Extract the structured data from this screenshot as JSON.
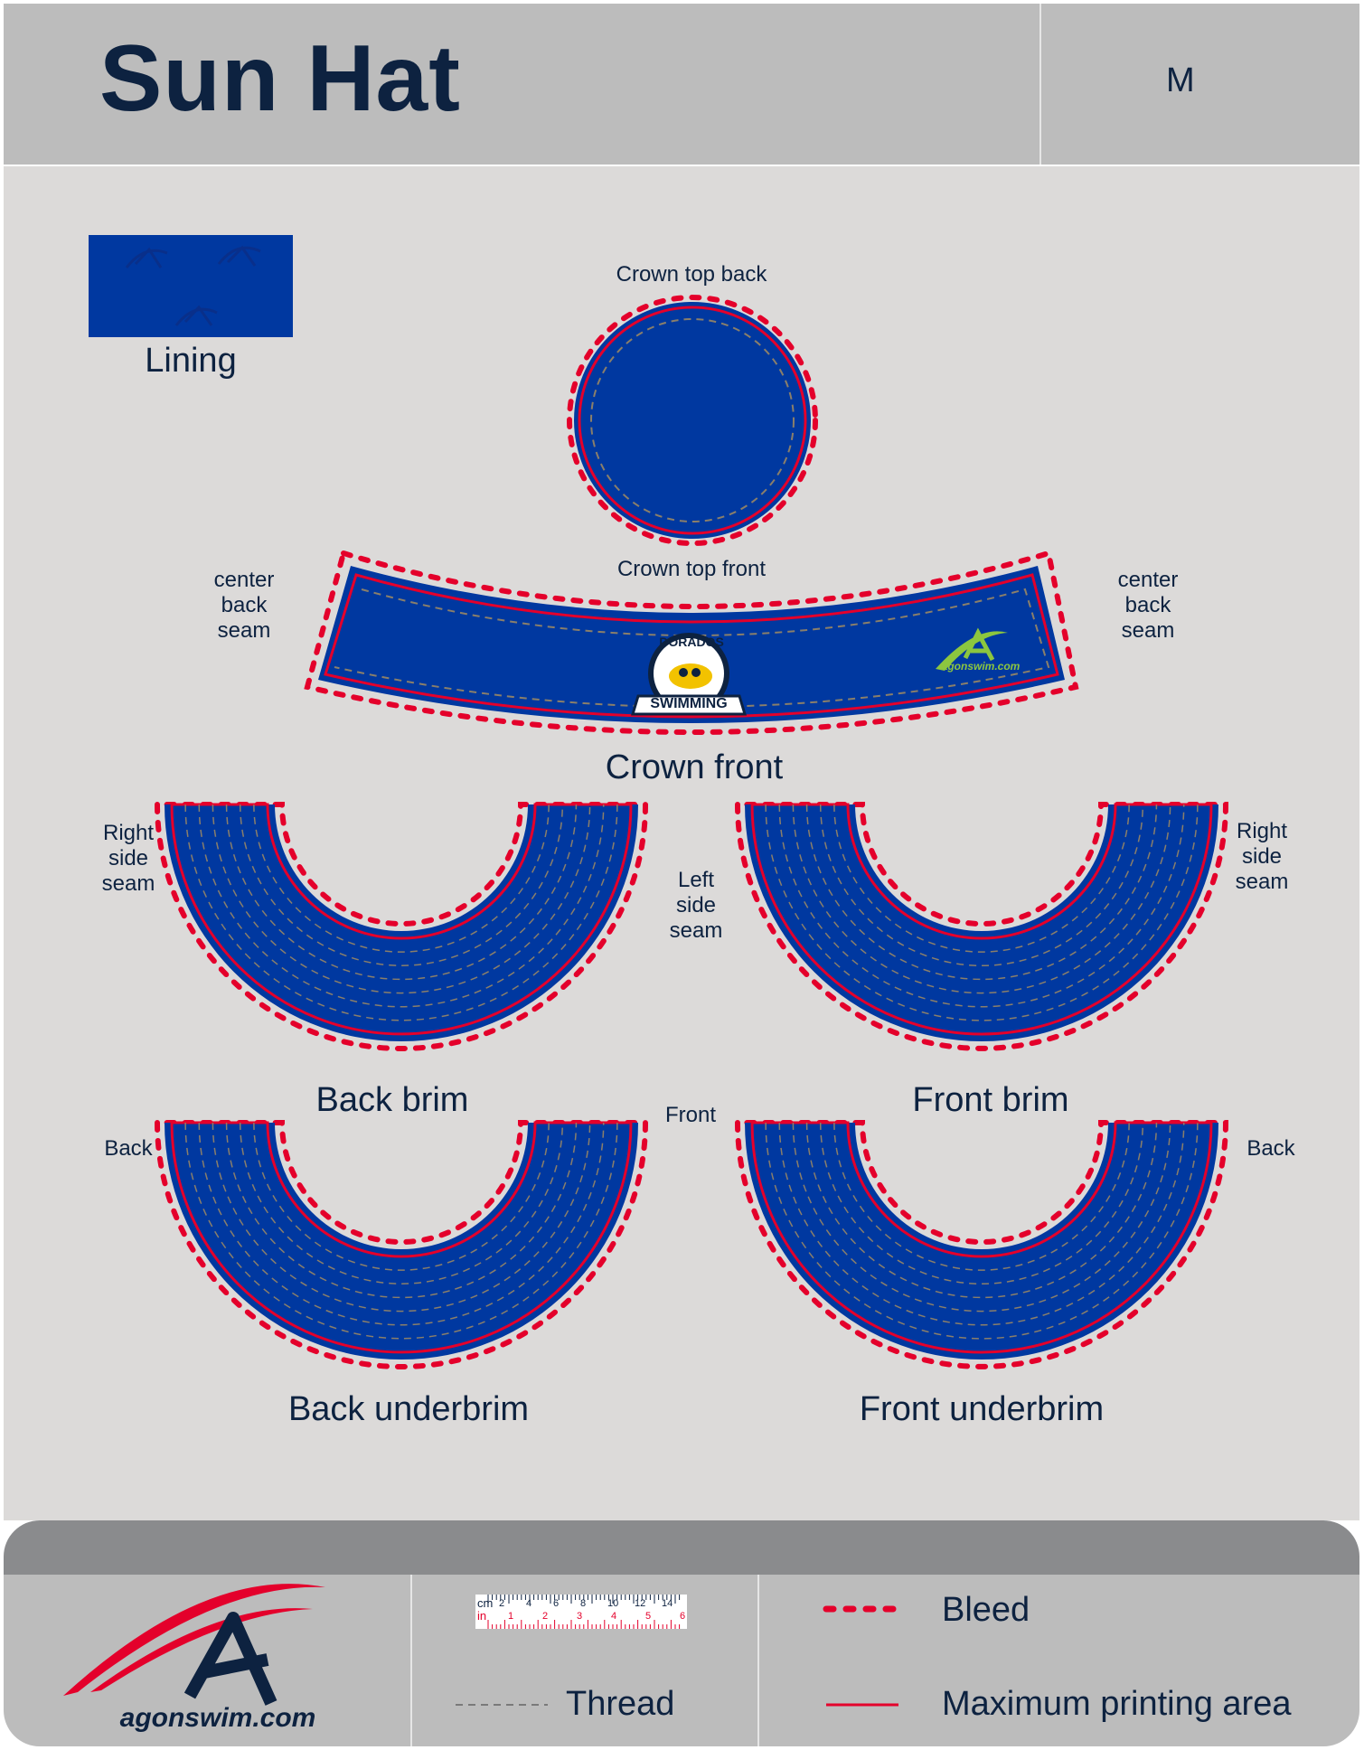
{
  "header": {
    "title": "Sun Hat",
    "size": "M"
  },
  "colors": {
    "fabric": "#0038a0",
    "printLine": "#e4002b",
    "thread": "#8a7f6a",
    "ink": "#0d2240",
    "logoGreen": "#8cc63f"
  },
  "pieces": {
    "lining": "Lining",
    "crown_top_back": "Crown top back",
    "crown_top_front": "Crown top front",
    "crown_front": "Crown front",
    "back_brim": "Back brim",
    "front_brim": "Front brim",
    "back_underbrim": "Back underbrim",
    "front_underbrim": "Front underbrim"
  },
  "seams": {
    "center_back_left": [
      "center",
      "back",
      "seam"
    ],
    "center_back_right": [
      "center",
      "back",
      "seam"
    ],
    "right_side_left": [
      "Right",
      "side",
      "seam"
    ],
    "left_side": [
      "Left",
      "side",
      "seam"
    ],
    "right_side_right": [
      "Right",
      "side",
      "seam"
    ],
    "back_left": "Back",
    "front_center": "Front",
    "back_right": "Back"
  },
  "artwork": {
    "team_line1": "DORADOS",
    "team_line2": "SWIMMING",
    "brand_small": "agonswim.com"
  },
  "ruler": {
    "unit_cm": "cm",
    "unit_in": "in",
    "cm_ticks": [
      "2",
      "4",
      "6",
      "8",
      "10",
      "12",
      "14"
    ],
    "in_ticks": [
      "1",
      "2",
      "3",
      "4",
      "5",
      "6"
    ]
  },
  "legend": {
    "bleed": "Bleed",
    "thread": "Thread",
    "print_area": "Maximum printing area"
  },
  "footer": {
    "brand": "agonswim.com"
  }
}
